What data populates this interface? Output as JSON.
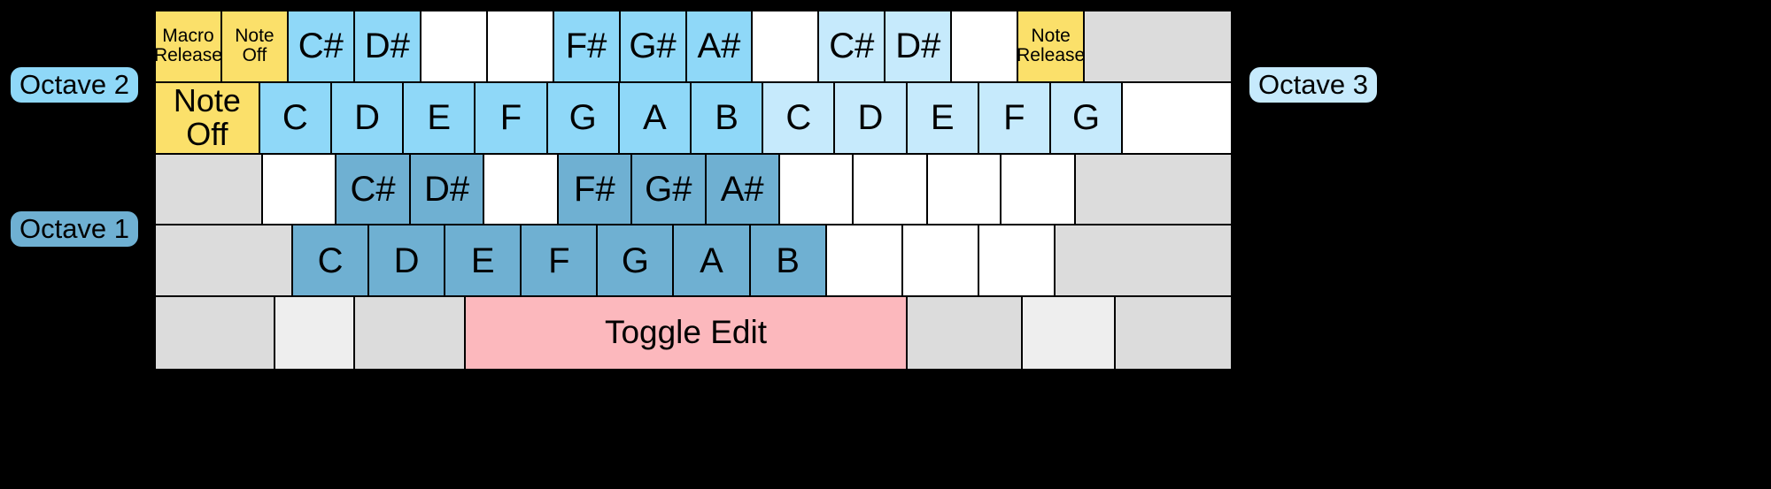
{
  "background_color": "#000000",
  "colors": {
    "yellow": "#fbe06a",
    "sky_blue": "#8fd8f8",
    "light_sky_blue": "#c6eafc",
    "steel_blue": "#6fb0d2",
    "pink": "#fcb8bd",
    "gray": "#dcdcdc",
    "light_gray": "#eeeeee",
    "white": "#ffffff",
    "border": "#000000"
  },
  "badges": [
    {
      "id": "octave-2",
      "label": "Octave 2",
      "color": "#8fd8f8"
    },
    {
      "id": "octave-1",
      "label": "Octave 1",
      "color": "#6fb0d2"
    },
    {
      "id": "octave-3",
      "label": "Octave 3",
      "color": "#c6eafc"
    }
  ],
  "grid": {
    "rows": [
      {
        "name": "octave-2-sharps-row",
        "cells": [
          {
            "label": "Macro Release",
            "color": "yellow",
            "size": "small",
            "flex": 1
          },
          {
            "label": "Note Off",
            "color": "yellow",
            "size": "small",
            "flex": 1
          },
          {
            "label": "C#",
            "color": "sky",
            "size": "big",
            "flex": 1
          },
          {
            "label": "D#",
            "color": "sky",
            "size": "big",
            "flex": 1
          },
          {
            "label": "",
            "color": "white",
            "size": "big",
            "flex": 1
          },
          {
            "label": "",
            "color": "white",
            "size": "big",
            "flex": 1
          },
          {
            "label": "F#",
            "color": "sky",
            "size": "big",
            "flex": 1
          },
          {
            "label": "G#",
            "color": "sky",
            "size": "big",
            "flex": 1
          },
          {
            "label": "A#",
            "color": "sky",
            "size": "big",
            "flex": 1
          },
          {
            "label": "",
            "color": "white",
            "size": "big",
            "flex": 1
          },
          {
            "label": "C#",
            "color": "sky-lt",
            "size": "big",
            "flex": 1
          },
          {
            "label": "D#",
            "color": "sky-lt",
            "size": "big",
            "flex": 1
          },
          {
            "label": "",
            "color": "white",
            "size": "big",
            "flex": 1
          },
          {
            "label": "Note Release",
            "color": "yellow",
            "size": "small",
            "flex": 1
          },
          {
            "label": "",
            "color": "gray",
            "size": "big",
            "flex": 2.2
          }
        ]
      },
      {
        "name": "octave-2-naturals-row",
        "cells": [
          {
            "label": "Note Off",
            "color": "yellow",
            "size": "mid",
            "flex": 1.45
          },
          {
            "label": "C",
            "color": "sky",
            "size": "big",
            "flex": 1
          },
          {
            "label": "D",
            "color": "sky",
            "size": "big",
            "flex": 1
          },
          {
            "label": "E",
            "color": "sky",
            "size": "big",
            "flex": 1
          },
          {
            "label": "F",
            "color": "sky",
            "size": "big",
            "flex": 1
          },
          {
            "label": "G",
            "color": "sky",
            "size": "big",
            "flex": 1
          },
          {
            "label": "A",
            "color": "sky",
            "size": "big",
            "flex": 1
          },
          {
            "label": "B",
            "color": "sky",
            "size": "big",
            "flex": 1
          },
          {
            "label": "C",
            "color": "sky-lt",
            "size": "big",
            "flex": 1
          },
          {
            "label": "D",
            "color": "sky-lt",
            "size": "big",
            "flex": 1
          },
          {
            "label": "E",
            "color": "sky-lt",
            "size": "big",
            "flex": 1
          },
          {
            "label": "F",
            "color": "sky-lt",
            "size": "big",
            "flex": 1
          },
          {
            "label": "G",
            "color": "sky-lt",
            "size": "big",
            "flex": 1
          },
          {
            "label": "",
            "color": "white",
            "size": "big",
            "flex": 1.5
          }
        ]
      },
      {
        "name": "octave-1-sharps-row",
        "cells": [
          {
            "label": "",
            "color": "gray",
            "size": "big",
            "flex": 1.45
          },
          {
            "label": "",
            "color": "white",
            "size": "big",
            "flex": 1
          },
          {
            "label": "C#",
            "color": "steel",
            "size": "big",
            "flex": 1
          },
          {
            "label": "D#",
            "color": "steel",
            "size": "big",
            "flex": 1
          },
          {
            "label": "",
            "color": "white",
            "size": "big",
            "flex": 1
          },
          {
            "label": "F#",
            "color": "steel",
            "size": "big",
            "flex": 1
          },
          {
            "label": "G#",
            "color": "steel",
            "size": "big",
            "flex": 1
          },
          {
            "label": "A#",
            "color": "steel",
            "size": "big",
            "flex": 1
          },
          {
            "label": "",
            "color": "white",
            "size": "big",
            "flex": 1
          },
          {
            "label": "",
            "color": "white",
            "size": "big",
            "flex": 1
          },
          {
            "label": "",
            "color": "white",
            "size": "big",
            "flex": 1
          },
          {
            "label": "",
            "color": "white",
            "size": "big",
            "flex": 1
          },
          {
            "label": "",
            "color": "gray",
            "size": "big",
            "flex": 2.1
          }
        ]
      },
      {
        "name": "octave-1-naturals-row",
        "cells": [
          {
            "label": "",
            "color": "gray",
            "size": "big",
            "flex": 1.8
          },
          {
            "label": "C",
            "color": "steel",
            "size": "big",
            "flex": 1
          },
          {
            "label": "D",
            "color": "steel",
            "size": "big",
            "flex": 1
          },
          {
            "label": "E",
            "color": "steel",
            "size": "big",
            "flex": 1
          },
          {
            "label": "F",
            "color": "steel",
            "size": "big",
            "flex": 1
          },
          {
            "label": "G",
            "color": "steel",
            "size": "big",
            "flex": 1
          },
          {
            "label": "A",
            "color": "steel",
            "size": "big",
            "flex": 1
          },
          {
            "label": "B",
            "color": "steel",
            "size": "big",
            "flex": 1
          },
          {
            "label": "",
            "color": "white",
            "size": "big",
            "flex": 1
          },
          {
            "label": "",
            "color": "white",
            "size": "big",
            "flex": 1
          },
          {
            "label": "",
            "color": "white",
            "size": "big",
            "flex": 1
          },
          {
            "label": "",
            "color": "gray",
            "size": "big",
            "flex": 2.3
          }
        ]
      },
      {
        "name": "bottom-row",
        "cells": [
          {
            "label": "",
            "color": "gray",
            "size": "big",
            "flex": 1.35
          },
          {
            "label": "",
            "color": "gray-lt",
            "size": "big",
            "flex": 0.9
          },
          {
            "label": "",
            "color": "gray",
            "size": "big",
            "flex": 1.25
          },
          {
            "label": "Toggle Edit",
            "color": "pink",
            "size": "toggle",
            "flex": 5
          },
          {
            "label": "",
            "color": "gray",
            "size": "big",
            "flex": 1.3
          },
          {
            "label": "",
            "color": "gray-lt",
            "size": "big",
            "flex": 1.05
          },
          {
            "label": "",
            "color": "gray",
            "size": "big",
            "flex": 1.3
          }
        ]
      }
    ]
  }
}
